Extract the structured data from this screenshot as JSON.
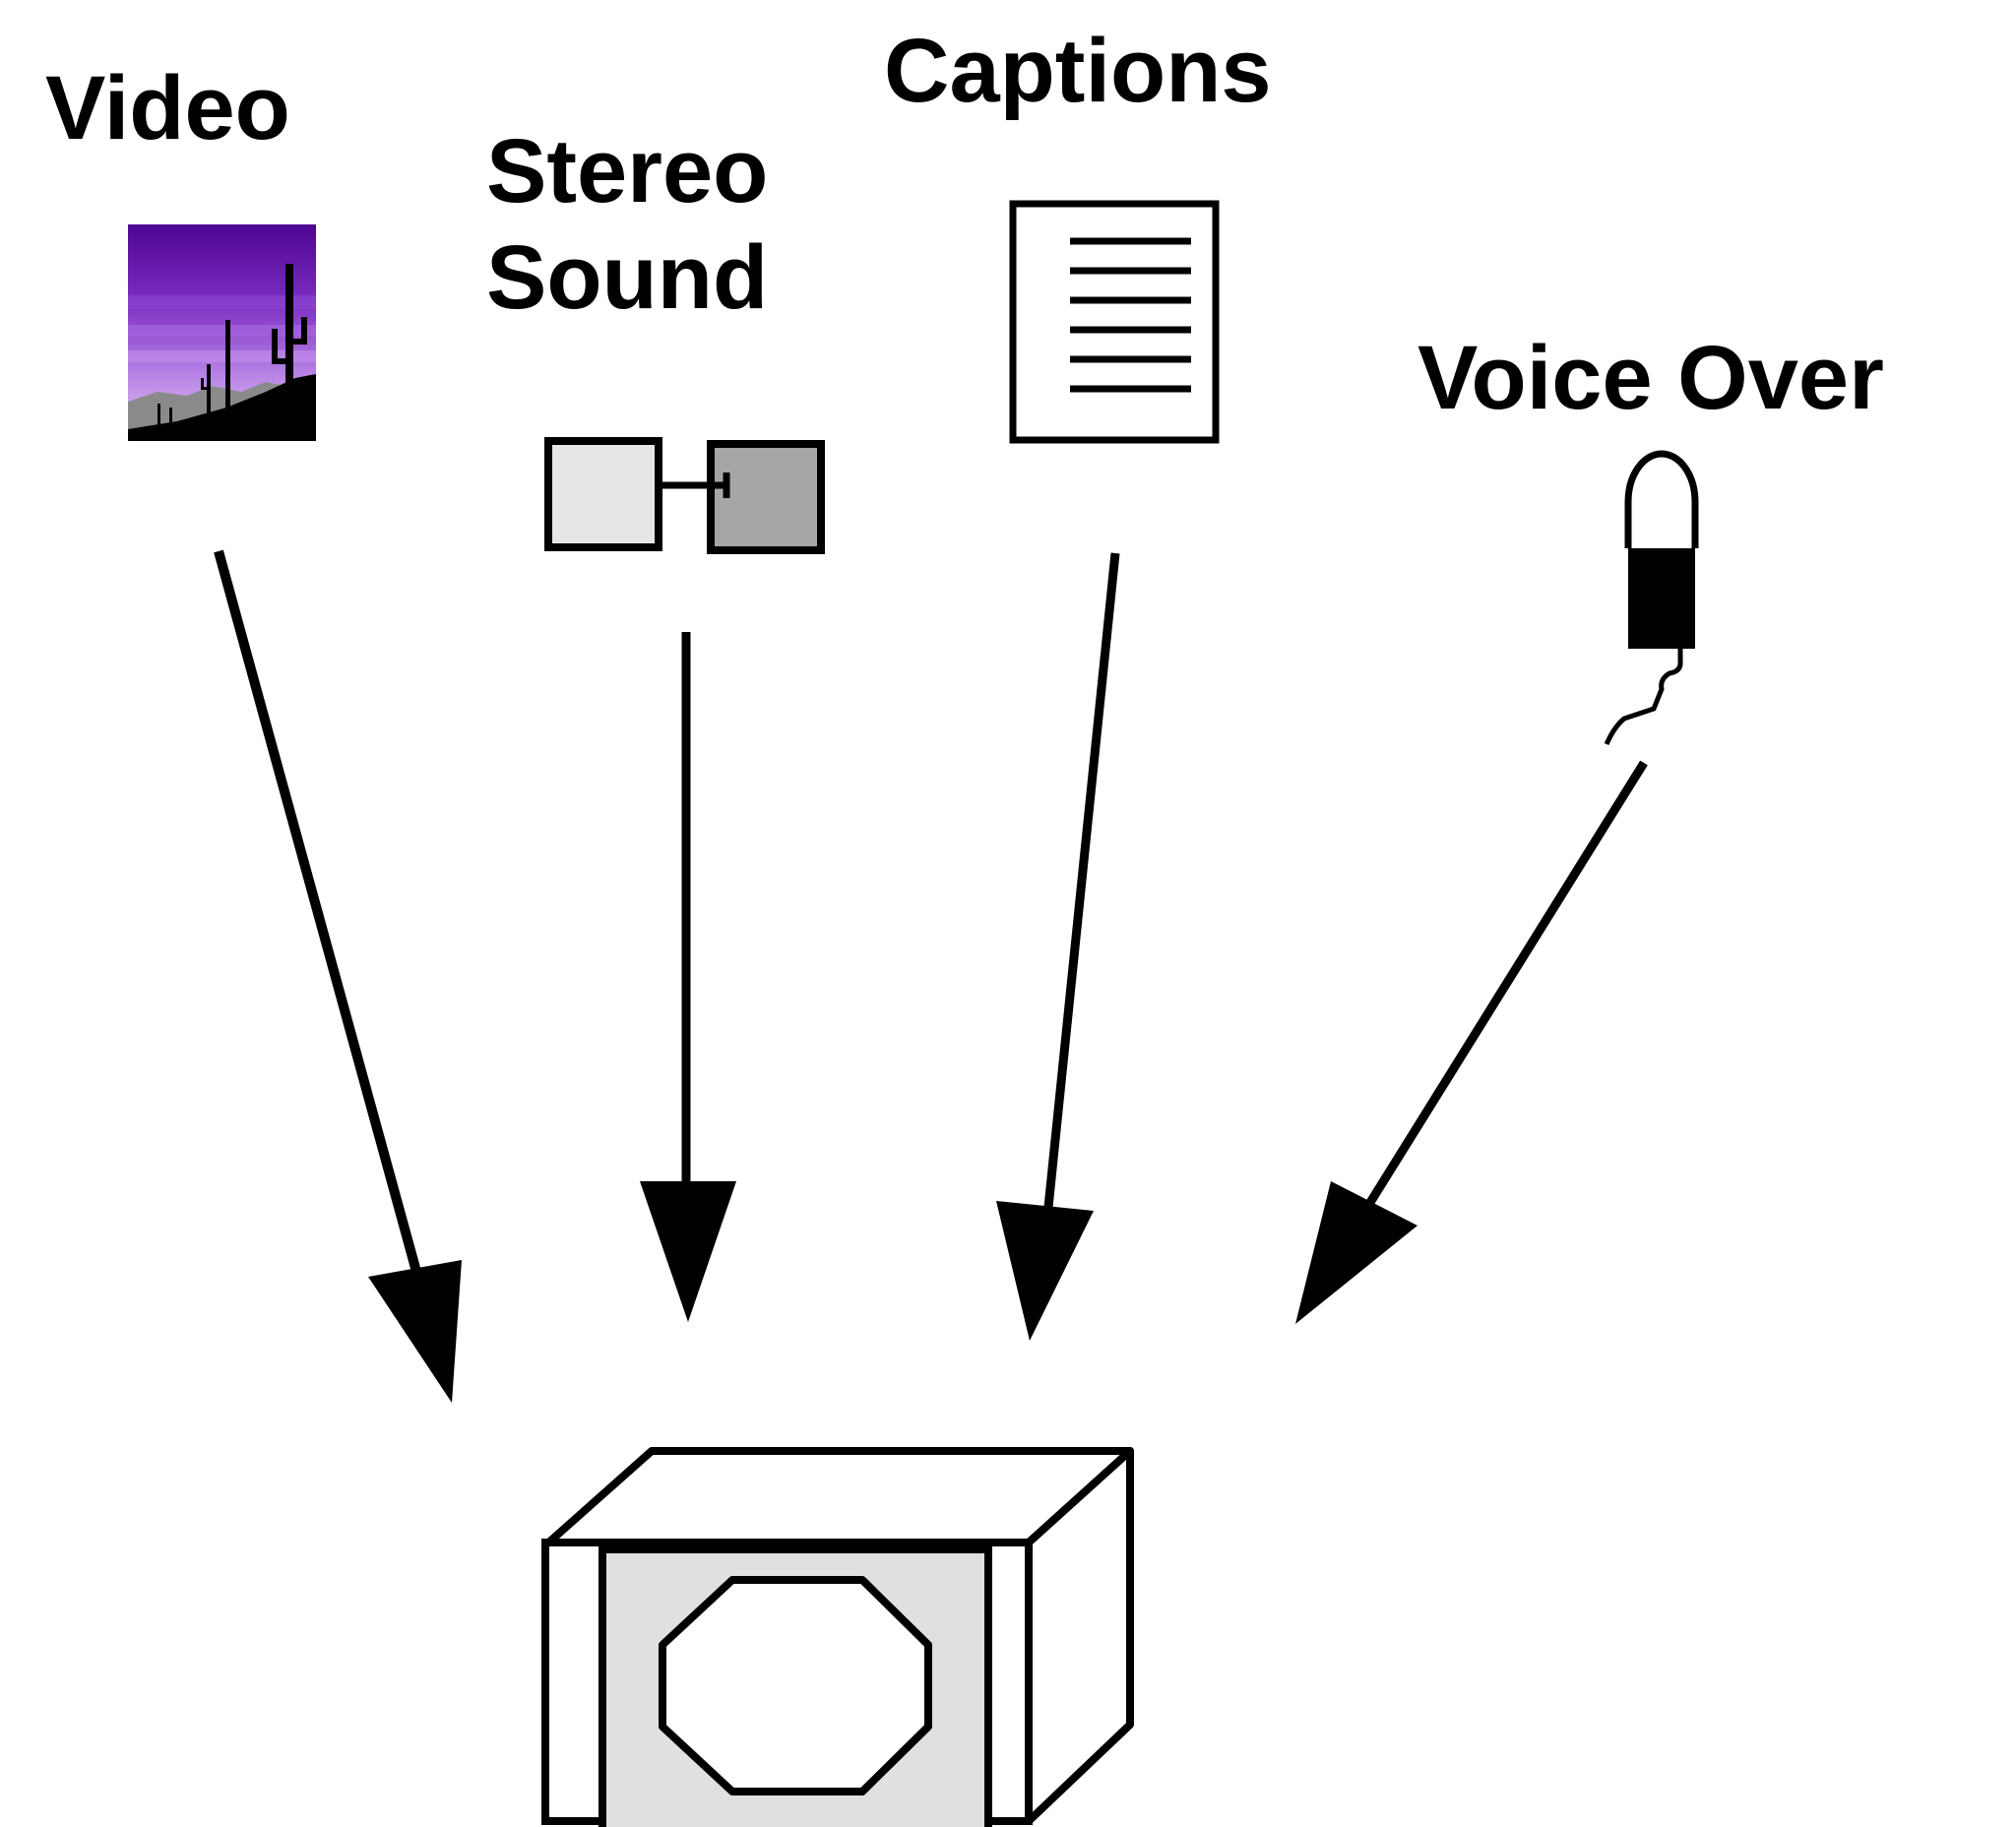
{
  "sources": {
    "video": {
      "label": "Video",
      "icon": "desert-cactus-image-icon"
    },
    "stereo_sound": {
      "label_line1": "Stereo",
      "label_line2": "Sound",
      "icon": "stereo-speakers-icon"
    },
    "captions": {
      "label": "Captions",
      "icon": "text-document-icon"
    },
    "voice_over": {
      "label": "Voice Over",
      "icon": "microphone-icon"
    }
  },
  "target": {
    "icon": "projector-box-icon"
  },
  "colors": {
    "stroke": "#000000",
    "screen_fill": "#e0e0e0",
    "left_speaker_fill": "#e6e6e6",
    "right_speaker_fill": "#a6a6a6",
    "sky_top": "#5a0a9c",
    "sky_bottom": "#e6c6f6"
  }
}
